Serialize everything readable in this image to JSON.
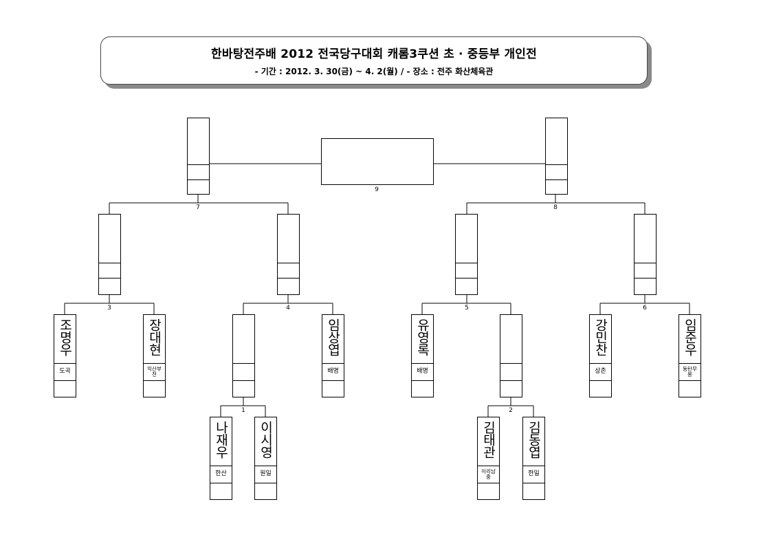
{
  "header": {
    "title": "한바탕전주배 2012 전국당구대회 캐롬3쿠션 초 · 중등부 개인전",
    "subtitle": "- 기간 : 2012. 3. 30(금) ~ 4. 2(월)  /  - 장소 : 전주 화산체육관"
  },
  "players": {
    "p1": {
      "name": "조명우",
      "school": "도곡"
    },
    "p2": {
      "name": "장대현",
      "school": "익산부천"
    },
    "p3": {
      "name": "임상엽",
      "school": "배명"
    },
    "p4": {
      "name": "유영록",
      "school": "배명"
    },
    "p5": {
      "name": "강민찬",
      "school": "상촌"
    },
    "p6": {
      "name": "임준우",
      "school": "동탄무봉"
    },
    "p7": {
      "name": "나재우",
      "school": "한산"
    },
    "p8": {
      "name": "이시영",
      "school": "원일"
    },
    "p9": {
      "name": "김태관",
      "school": "이리남중"
    },
    "p10": {
      "name": "김동엽",
      "school": "한일"
    }
  },
  "matches": {
    "m1": "1",
    "m2": "2",
    "m3": "3",
    "m4": "4",
    "m5": "5",
    "m6": "6",
    "m7": "7",
    "m8": "8",
    "m9": "9"
  }
}
